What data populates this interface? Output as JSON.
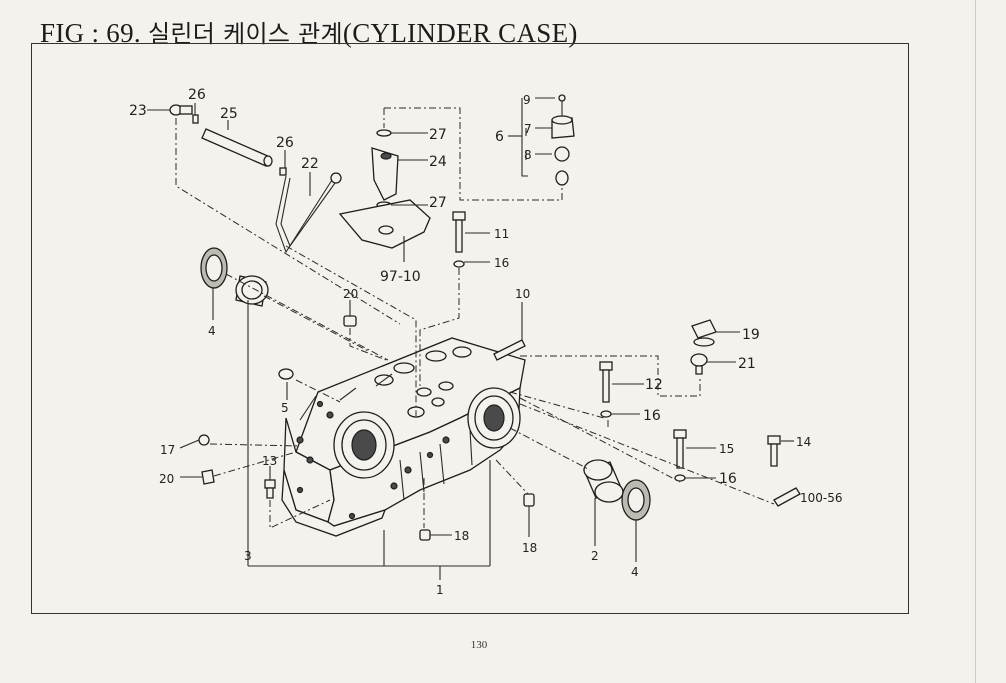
{
  "title": {
    "prefix": "FIG : 69. ",
    "korean": "실린더 케이스 관계",
    "english": "(CYLINDER CASE)"
  },
  "page_number": "130",
  "callouts": {
    "c23": "23",
    "c26a": "26",
    "c25": "25",
    "c26b": "26",
    "c22": "22",
    "c27a": "27",
    "c24": "24",
    "c27b": "27",
    "c9710": "97-10",
    "c9": "9",
    "c7": "7",
    "c6": "6",
    "c8": "8",
    "c11": "11",
    "c16a": "16",
    "c4a": "4",
    "c20a": "20",
    "c10": "10",
    "c19": "19",
    "c21": "21",
    "c12": "12",
    "c16b": "16",
    "c5": "5",
    "c15": "15",
    "c14": "14",
    "c16c": "16",
    "c10056": "100-56",
    "c17": "17",
    "c20b": "20",
    "c13": "13",
    "c18a": "18",
    "c18b": "18",
    "c3": "3",
    "c2": "2",
    "c4b": "4",
    "c1": "1"
  }
}
